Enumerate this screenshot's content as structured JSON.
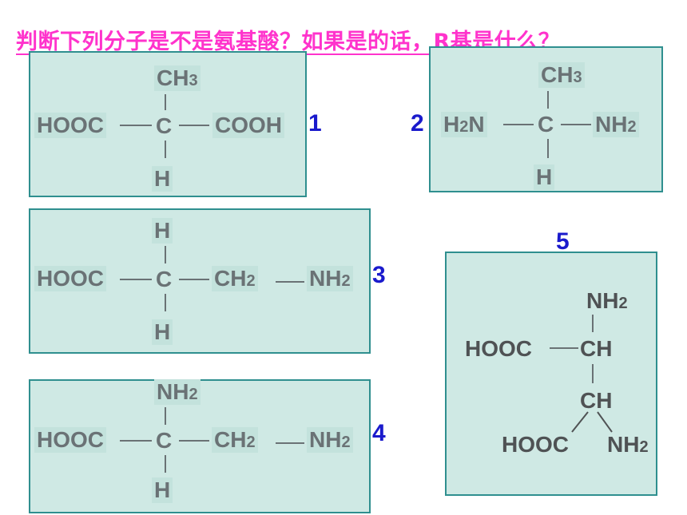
{
  "title": "判断下列分子是不是氨基酸？如果是的话，R基是什么？",
  "numbers": {
    "m1": "1",
    "m2": "2",
    "m3": "3",
    "m4": "4",
    "m5": "5"
  },
  "mol1": {
    "top": [
      "CH",
      "3"
    ],
    "left": "HOOC",
    "center": "C",
    "right": "COOH",
    "bottom": "H"
  },
  "mol2": {
    "top": [
      "CH",
      "3"
    ],
    "left": [
      "H",
      "2",
      "N"
    ],
    "center": "C",
    "right": [
      "NH",
      "2"
    ],
    "bottom": "H"
  },
  "mol3": {
    "top": "H",
    "left": "HOOC",
    "center": "C",
    "mid": [
      "CH",
      "2"
    ],
    "right": [
      "NH",
      "2"
    ],
    "bottom": "H"
  },
  "mol4": {
    "top": [
      "NH",
      "2"
    ],
    "left": "HOOC",
    "center": "C",
    "mid": [
      "CH",
      "2"
    ],
    "right": [
      "NH",
      "2"
    ],
    "bottom": "H"
  },
  "mol5": {
    "top": [
      "NH",
      "2"
    ],
    "left": "HOOC",
    "center": "CH",
    "lower": "CH",
    "bl": "HOOC",
    "br": [
      "NH",
      "2"
    ]
  }
}
